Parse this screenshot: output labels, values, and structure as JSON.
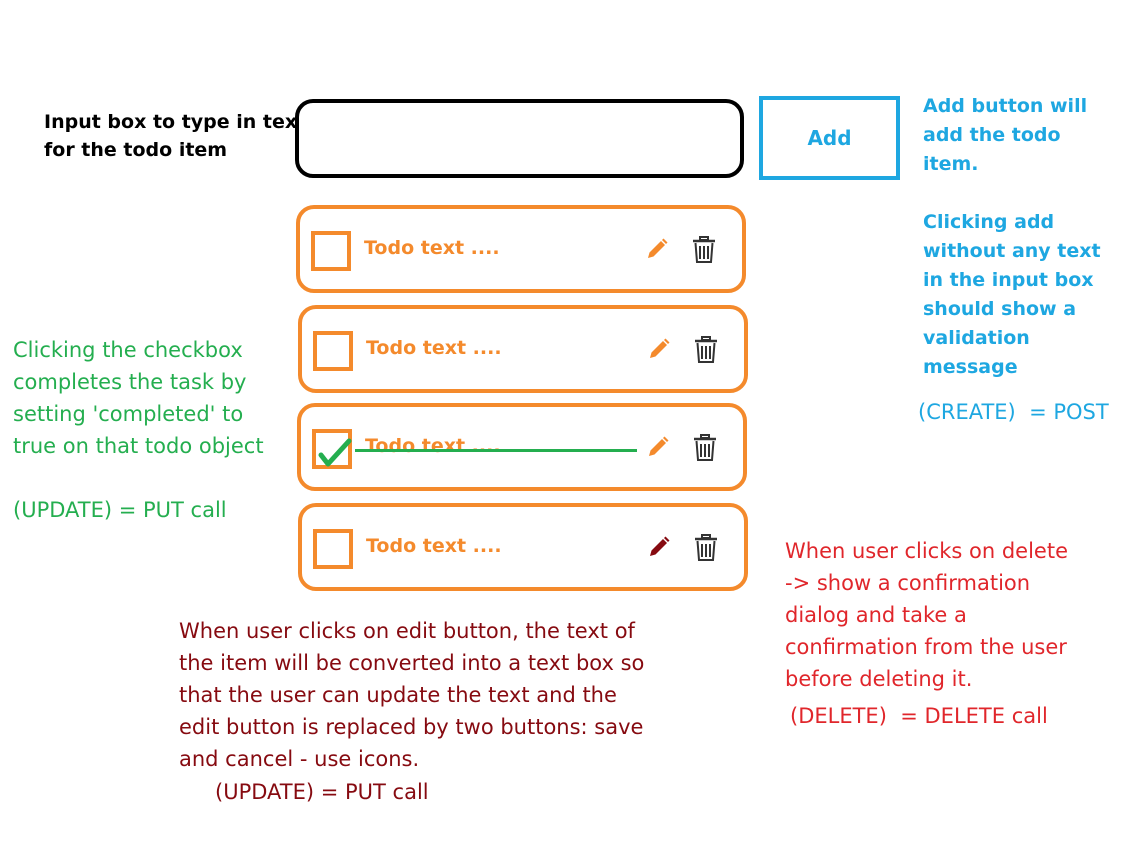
{
  "input_label": [
    "Input box to type in text",
    "for the todo item"
  ],
  "add_button_label": "Add",
  "add_note": [
    "Add button will",
    "add the todo",
    "item."
  ],
  "validation_note": [
    "Clicking add",
    "without any text",
    "in the input box",
    "should show a",
    "validation",
    "message"
  ],
  "create_label": "(CREATE)  = POST",
  "todos": [
    {
      "text": "Todo text ....",
      "completed": false,
      "edit_icon": "pencil-icon",
      "delete_icon": "trash-icon"
    },
    {
      "text": "Todo text ....",
      "completed": false,
      "edit_icon": "pencil-icon",
      "delete_icon": "trash-icon"
    },
    {
      "text": "Todo text ....",
      "completed": true,
      "edit_icon": "pencil-icon",
      "delete_icon": "trash-icon"
    },
    {
      "text": "Todo text ....",
      "completed": false,
      "edit_icon": "pencil-icon",
      "delete_icon": "trash-icon"
    }
  ],
  "checkbox_note": [
    "Clicking the checkbox",
    "completes the task by",
    "setting 'completed' to",
    "true on that todo object"
  ],
  "checkbox_update_label": "(UPDATE) = PUT call",
  "delete_note": [
    "When user clicks on delete",
    "-> show a confirmation",
    "dialog and take a",
    "confirmation from the user",
    "before deleting it."
  ],
  "delete_label": "(DELETE)  = DELETE call",
  "edit_note": [
    "When user clicks on edit button, the text of",
    "the item will be converted into a text box so",
    "that the user can update the text and the",
    "edit button is replaced by two buttons: save",
    "and cancel - use icons."
  ],
  "edit_update_label": "(UPDATE) = PUT call",
  "colors": {
    "orange": "#f48a2c",
    "blue": "#1ea7e1",
    "green": "#24ae4f",
    "maroon": "#860a10",
    "red": "#e0262b",
    "black": "#000000"
  }
}
